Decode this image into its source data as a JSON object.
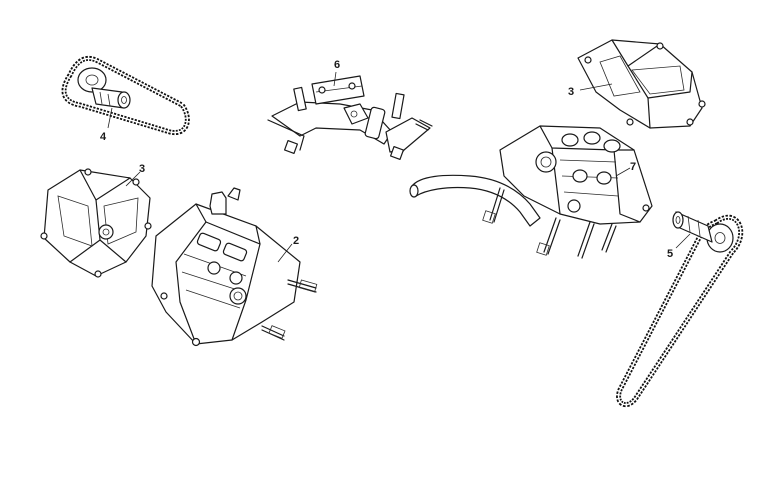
{
  "diagram": {
    "callouts": {
      "c2": "2",
      "c3a": "3",
      "c3b": "3",
      "c4": "4",
      "c5": "5",
      "c6": "6",
      "c7": "7"
    }
  }
}
